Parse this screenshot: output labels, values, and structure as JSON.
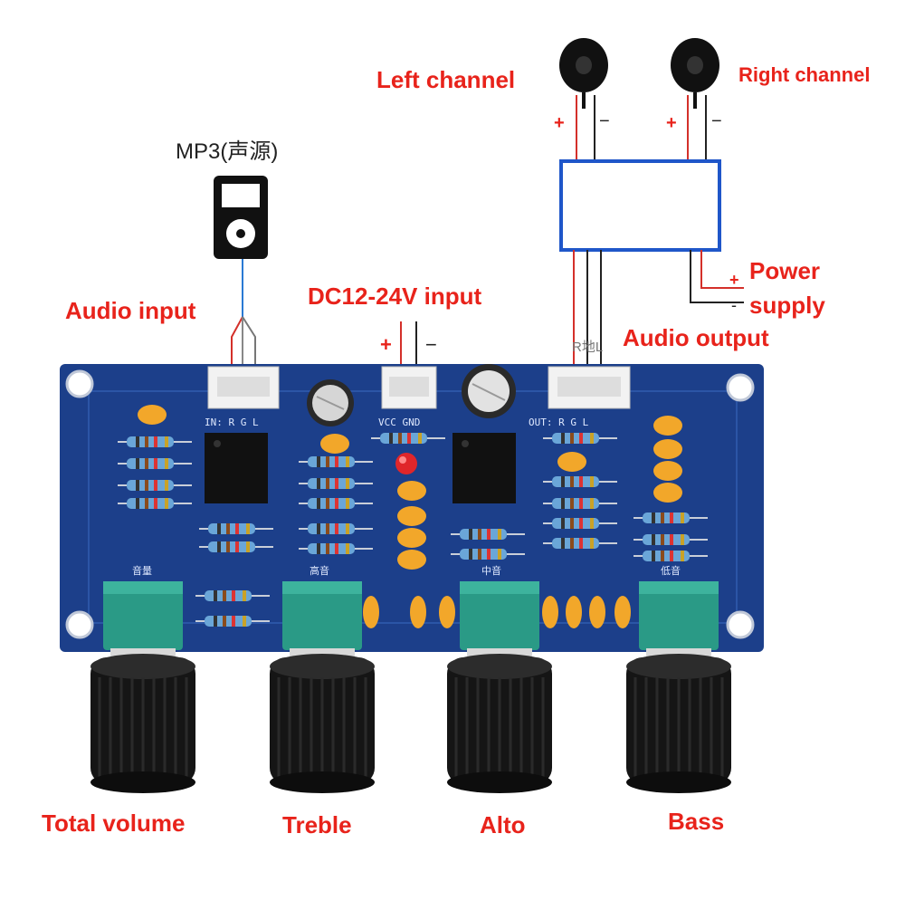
{
  "source": {
    "label": "MP3(声源)",
    "icon": "mp3-player-icon"
  },
  "speakers": {
    "left": {
      "label": "Left channel",
      "plus": "+",
      "minus": "−"
    },
    "right": {
      "label": "Right channel",
      "plus": "+",
      "minus": "−"
    }
  },
  "labels": {
    "audio_input": "Audio input",
    "dc_input": "DC12-24V input",
    "dc_plus": "+",
    "dc_minus": "−",
    "power_line1": "Power",
    "power_line2": "supply",
    "power_plus": "+",
    "power_minus": "-",
    "audio_output": "Audio output",
    "output_pins": "R地L"
  },
  "board": {
    "in_silk": "IN: R G L",
    "vcc_silk": "VCC GND",
    "out_silk": "OUT: R G L",
    "pot_marks": [
      "音量",
      "高音",
      "中音",
      "低音"
    ]
  },
  "knobs": [
    {
      "label": "Total volume"
    },
    {
      "label": "Treble"
    },
    {
      "label": "Alto"
    },
    {
      "label": "Bass"
    }
  ],
  "colors": {
    "label_red": "#e8231b",
    "pcb_blue": "#1c3f8a",
    "amp_box": "#1f56c9",
    "knob_black": "#151515",
    "pot_green": "#2a9a86",
    "capacitor_yellow": "#f2a72a"
  }
}
